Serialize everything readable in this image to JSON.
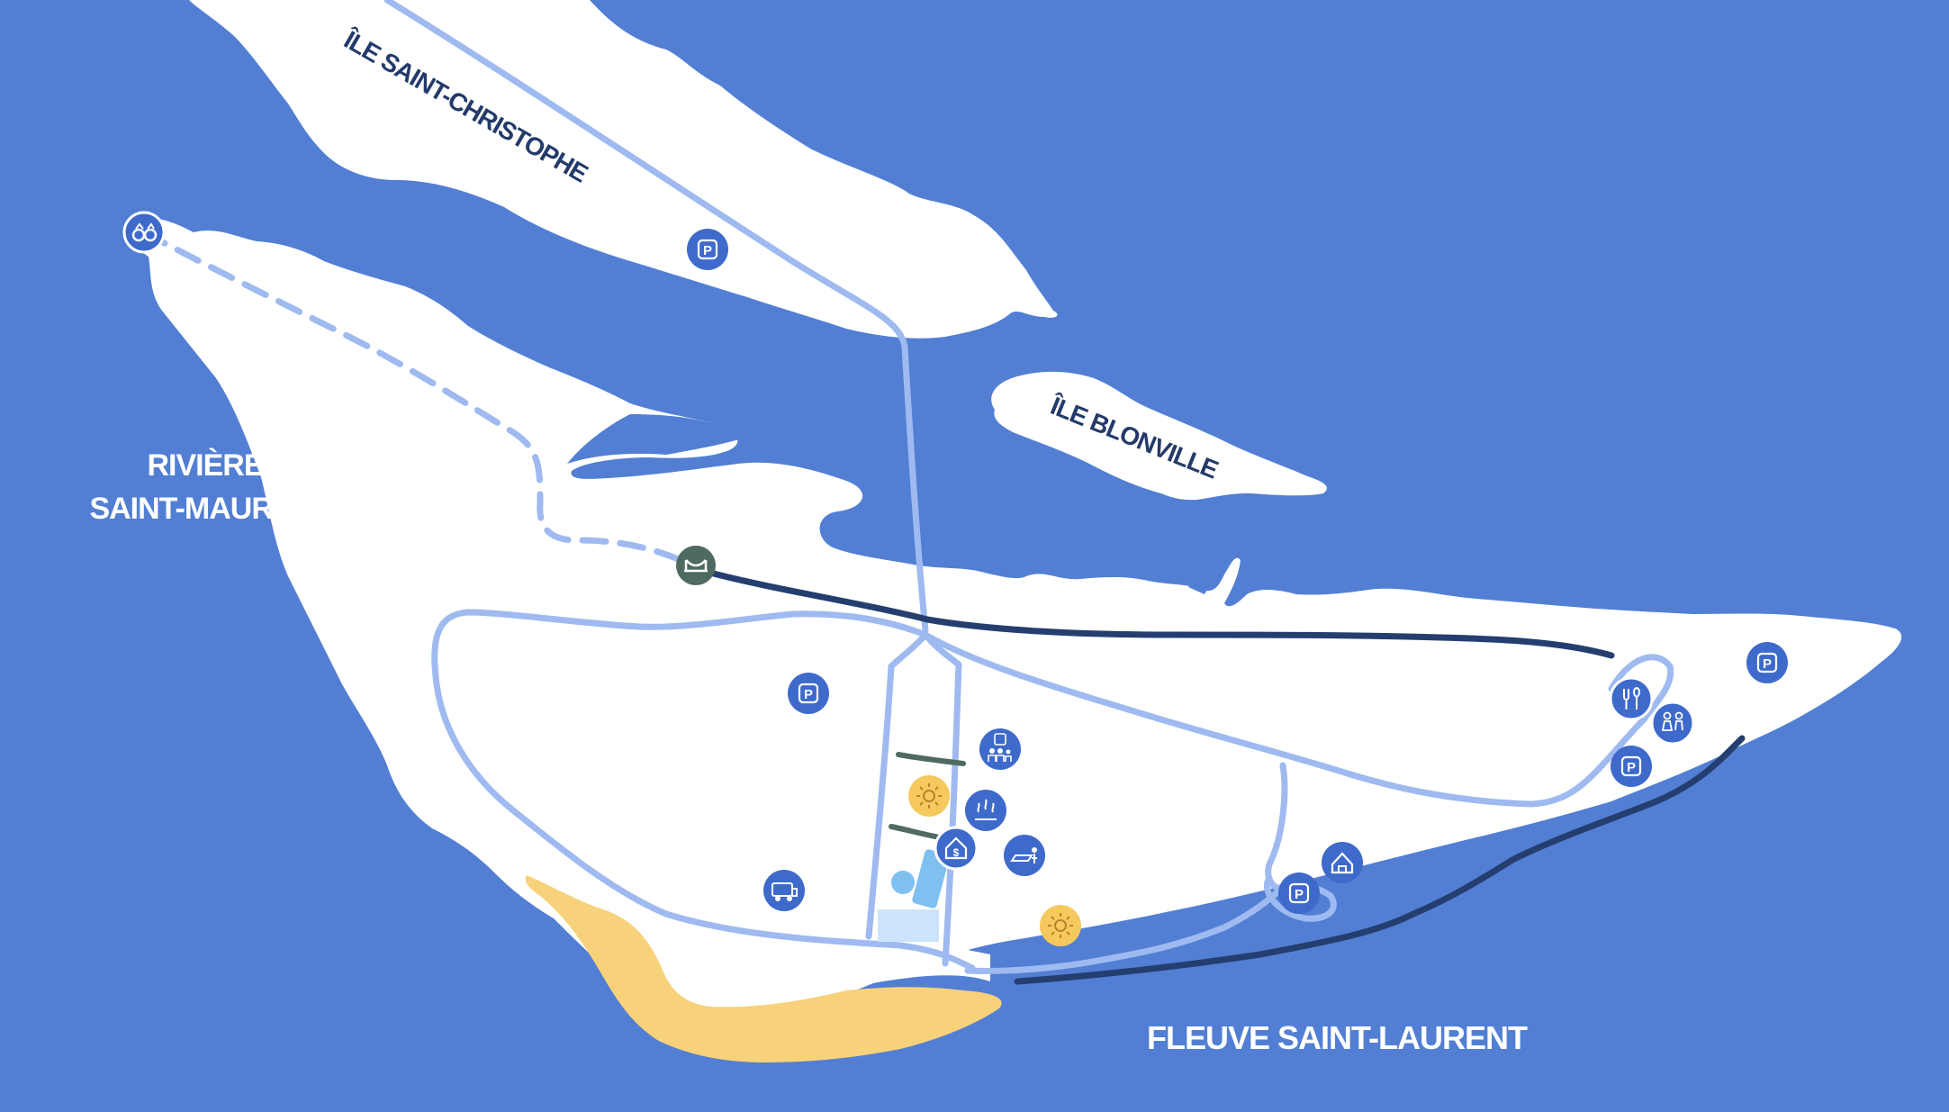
{
  "map": {
    "labels": {
      "ile_saint_christophe": "ÎLE SAINT-CHRISTOPHE",
      "ile_blonville": "ÎLE BLONVILLE",
      "riviere_line1": "RIVIÈRE",
      "riviere_line2": "SAINT-MAURICE",
      "fleuve": "FLEUVE SAINT-LAURENT"
    },
    "colors": {
      "water": "#527FD4",
      "land": "#FFFFFF",
      "beach": "#F8D27A",
      "trail_light": "#9EBAF0",
      "trail_dark": "#253E70",
      "trail_green": "#4F6A5E",
      "poi_blue": "#3E6ACB",
      "poi_yellow": "#F6C95E",
      "poi_green": "#4F6A5E",
      "label_dark": "#233A6B",
      "label_white": "#FFFFFF"
    },
    "icons": {
      "parking": "parking-icon",
      "binoculars": "binoculars-icon",
      "bridge": "bridge-icon",
      "restaurant": "restaurant-icon",
      "restrooms": "restrooms-icon",
      "sun": "sun-icon",
      "playground": "playground-icon",
      "family_parking": "family-parking-icon",
      "welcome": "welcome-house-icon",
      "shelter": "shelter-icon",
      "rv": "rv-icon",
      "snowmobile": "snowmobile-icon",
      "parking_glyph": "P"
    }
  }
}
